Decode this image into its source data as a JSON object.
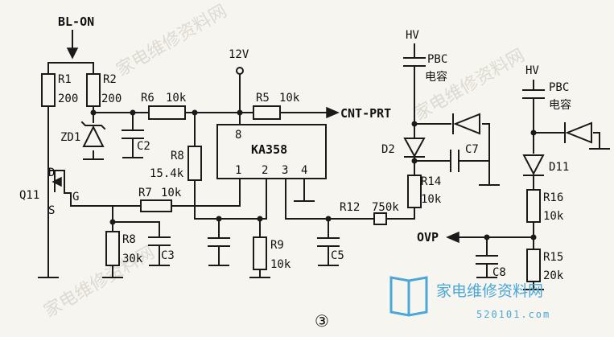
{
  "figure_label": "③",
  "nets": {
    "bl_on": "BL-ON",
    "v12": "12V",
    "cnt_prt": "CNT-PRT",
    "hv_left": "HV",
    "hv_right": "HV",
    "ovp": "OVP"
  },
  "ic": {
    "name": "KA358",
    "pin8": "8",
    "pin1": "1",
    "pin2": "2",
    "pin3": "3",
    "pin4": "4"
  },
  "components": {
    "r1": {
      "ref": "R1",
      "value": "200"
    },
    "r2": {
      "ref": "R2",
      "value": "200"
    },
    "r6": {
      "ref": "R6",
      "value": "10k"
    },
    "r5": {
      "ref": "R5",
      "value": "10k"
    },
    "zd1": {
      "ref": "ZD1"
    },
    "c2": {
      "ref": "C2"
    },
    "r8a": {
      "ref": "R8",
      "value": "15.4k"
    },
    "q11": {
      "ref": "Q11",
      "d": "D",
      "g": "G",
      "s": "S"
    },
    "r7": {
      "ref": "R7",
      "value": "10k"
    },
    "r8b": {
      "ref": "R8",
      "value": "30k"
    },
    "c3": {
      "ref": "C3"
    },
    "r9": {
      "ref": "R9",
      "value": "10k"
    },
    "r12": {
      "ref": "R12",
      "value": "750k"
    },
    "c5": {
      "ref": "C5"
    },
    "pbc1": {
      "ref": "PBC",
      "note": "电容"
    },
    "pbc2": {
      "ref": "PBC",
      "note": "电容"
    },
    "d2": {
      "ref": "D2"
    },
    "c7": {
      "ref": "C7"
    },
    "r14": {
      "ref": "R14",
      "value": "10k"
    },
    "d11": {
      "ref": "D11"
    },
    "r16": {
      "ref": "R16",
      "value": "10k"
    },
    "r15": {
      "ref": "R15",
      "value": "20k"
    },
    "c8": {
      "ref": "C8"
    }
  },
  "watermark": {
    "logo_text": "家电维修资料网",
    "url_text": "520101.com"
  }
}
